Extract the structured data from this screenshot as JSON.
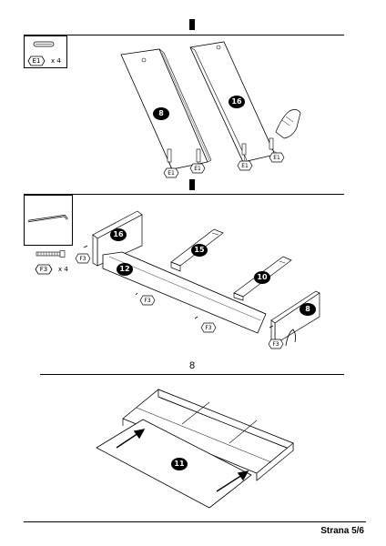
{
  "step1": {
    "part_code": "E1",
    "quantity": "x 4",
    "panels": [
      "8",
      "16"
    ],
    "pin_labels": [
      "E1",
      "E1",
      "E1",
      "E1"
    ]
  },
  "step2": {
    "part_code": "F3",
    "quantity": "x 4",
    "panels": [
      "16",
      "15",
      "12",
      "10",
      "8"
    ],
    "fastener_labels": [
      "F3",
      "F3",
      "F3",
      "F3"
    ]
  },
  "step3": {
    "number": "8",
    "panel": "11"
  },
  "footer": {
    "page_label": "Strana 5/6"
  }
}
